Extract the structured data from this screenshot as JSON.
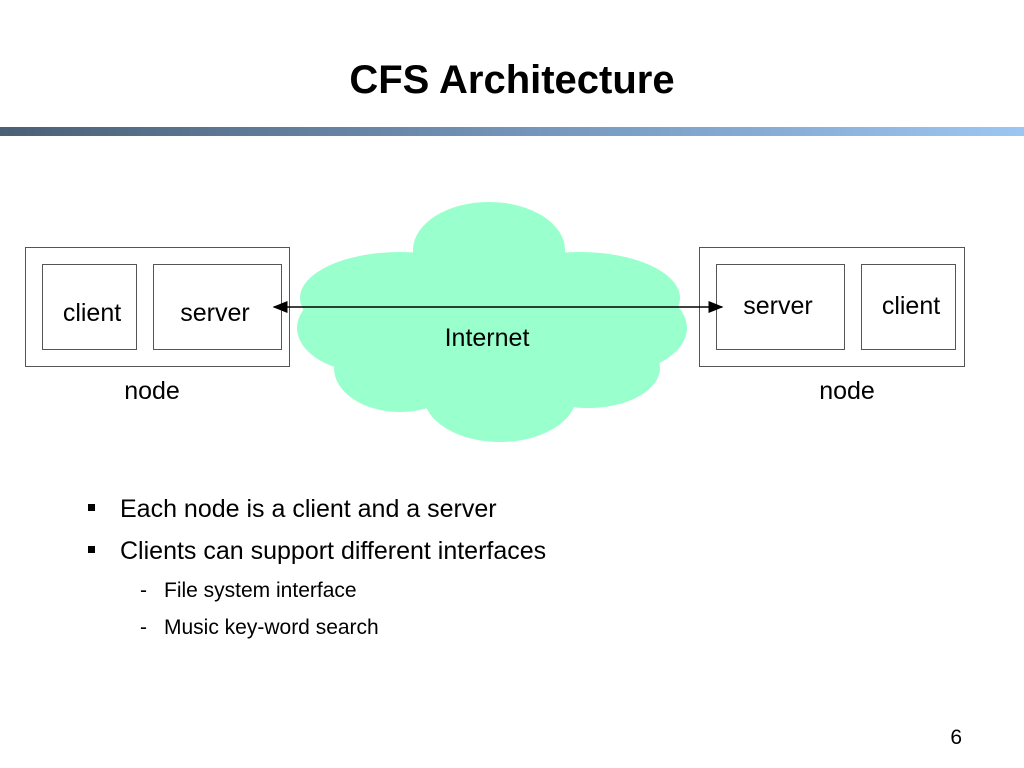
{
  "slide": {
    "title": "CFS Architecture",
    "page_number": "6"
  },
  "diagram": {
    "left_node": {
      "label": "node",
      "client_label": "client",
      "server_label": "server"
    },
    "right_node": {
      "label": "node",
      "server_label": "server",
      "client_label": "client"
    },
    "network": {
      "label": "Internet",
      "fill_color": "#99ffcc"
    },
    "connection": {
      "style": "double-arrow"
    }
  },
  "bullets": [
    {
      "text": "Each node is a client and a server",
      "subitems": []
    },
    {
      "text": "Clients can support different interfaces",
      "subitems": [
        {
          "dash": "-",
          "text": "File system interface"
        },
        {
          "dash": "-",
          "text": "Music key-word search"
        }
      ]
    }
  ],
  "colors": {
    "title_rule_start": "#4a6077",
    "title_rule_end": "#9cc6f2"
  }
}
